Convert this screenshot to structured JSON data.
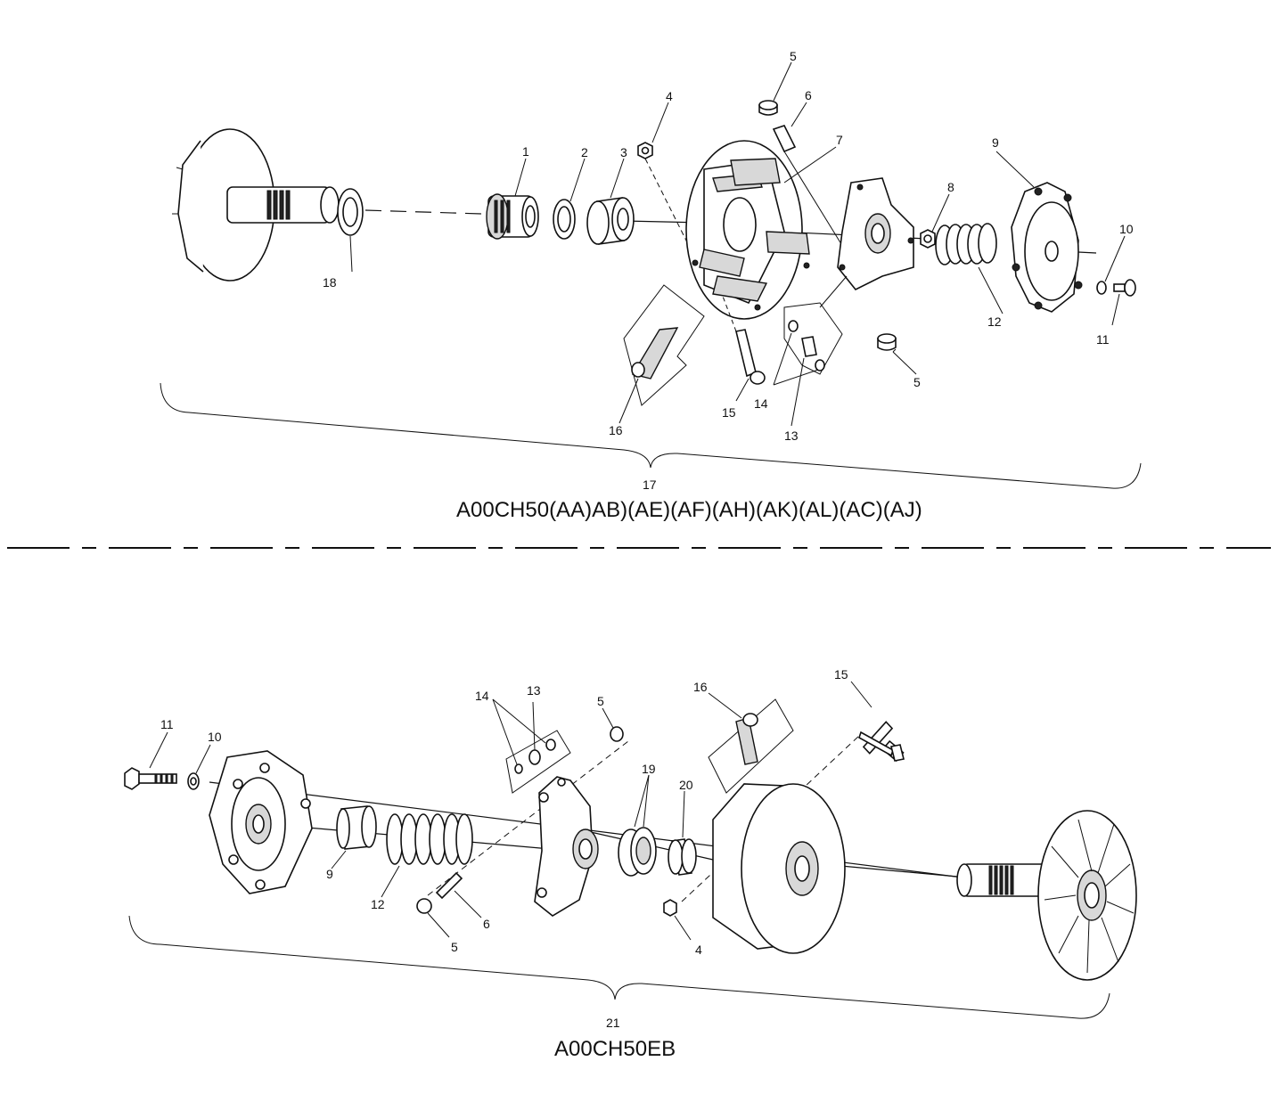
{
  "top_assembly": {
    "callouts": {
      "c1": "1",
      "c2": "2",
      "c3": "3",
      "c4": "4",
      "c5a": "5",
      "c5b": "5",
      "c6": "6",
      "c7": "7",
      "c8": "8",
      "c9": "9",
      "c10": "10",
      "c11": "11",
      "c12": "12",
      "c13": "13",
      "c14": "14",
      "c15": "15",
      "c16": "16",
      "c17": "17",
      "c18": "18"
    },
    "model_caption": "A00CH50(AA)AB)(AE)(AF)(AH)(AK)(AL)(AC)(AJ)"
  },
  "bottom_assembly": {
    "callouts": {
      "c4": "4",
      "c5a": "5",
      "c5b": "5",
      "c6": "6",
      "c9": "9",
      "c10": "10",
      "c11": "11",
      "c12": "12",
      "c13": "13",
      "c14": "14",
      "c15": "15",
      "c16": "16",
      "c19": "19",
      "c20": "20",
      "c21": "21"
    },
    "model_caption": "A00CH50EB"
  }
}
